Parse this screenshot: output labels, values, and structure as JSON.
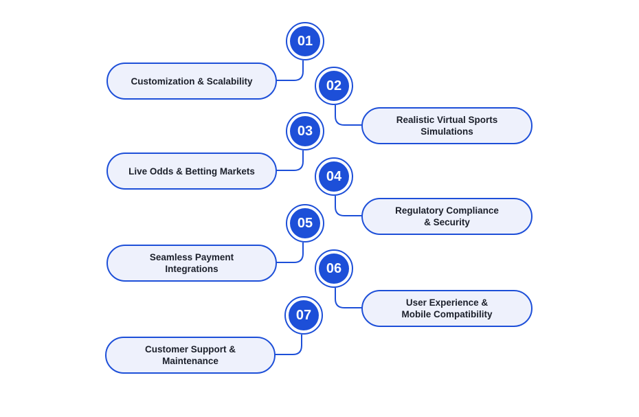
{
  "colors": {
    "accent": "#1d4fd8",
    "pill_fill": "#eef1fc",
    "text": "#1b1f2a"
  },
  "steps": [
    {
      "number": "01",
      "label": "Customization & Scalability"
    },
    {
      "number": "02",
      "label": "Realistic Virtual Sports\nSimulations"
    },
    {
      "number": "03",
      "label": "Live Odds & Betting Markets"
    },
    {
      "number": "04",
      "label": "Regulatory Compliance\n& Security"
    },
    {
      "number": "05",
      "label": "Seamless Payment\nIntegrations"
    },
    {
      "number": "06",
      "label": "User Experience &\nMobile Compatibility"
    },
    {
      "number": "07",
      "label": "Customer Support &\nMaintenance"
    }
  ]
}
